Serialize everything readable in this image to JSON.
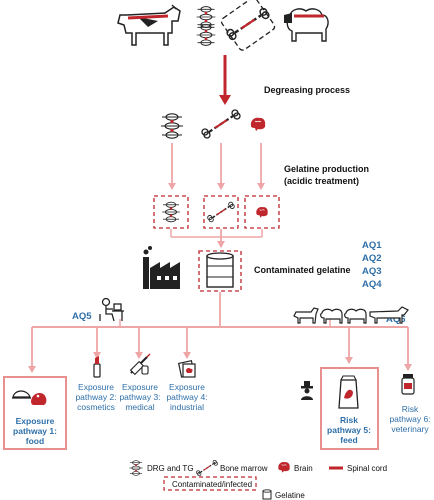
{
  "labels": {
    "degreasing": "Degreasing process",
    "gelatine_production_1": "Gelatine production",
    "gelatine_production_2": "(acidic treatment)",
    "contaminated_gelatine": "Contaminated gelatine"
  },
  "assessment_questions": {
    "right_stack": [
      "AQ1",
      "AQ2",
      "AQ3",
      "AQ4"
    ],
    "left": "AQ5",
    "right": "AQ6"
  },
  "pathways": [
    {
      "lines": [
        "Exposure",
        "pathway 1:",
        "food"
      ],
      "highlighted": true
    },
    {
      "lines": [
        "Exposure",
        "pathway 2:",
        "cosmetics"
      ],
      "highlighted": false
    },
    {
      "lines": [
        "Exposure",
        "pathway 3:",
        "medical"
      ],
      "highlighted": false
    },
    {
      "lines": [
        "Exposure",
        "pathway 4:",
        "industrial"
      ],
      "highlighted": false
    },
    {
      "lines": [
        "Risk",
        "pathway 5:",
        "feed"
      ],
      "highlighted": true
    },
    {
      "lines": [
        "Risk",
        "pathway 6:",
        "veterinary"
      ],
      "highlighted": false
    }
  ],
  "legend": {
    "drg": "DRG and TG",
    "bone_marrow": "Bone marrow",
    "brain": "Brain",
    "spinal_cord": "Spinal cord",
    "contaminated": "Contaminated/infected",
    "gelatine": "Gelatine"
  },
  "colors": {
    "accent_red": "#c0272d",
    "flow_pink": "#eea5a5",
    "text_blue": "#2e6fa8",
    "box_pink": "#e88f8f"
  }
}
